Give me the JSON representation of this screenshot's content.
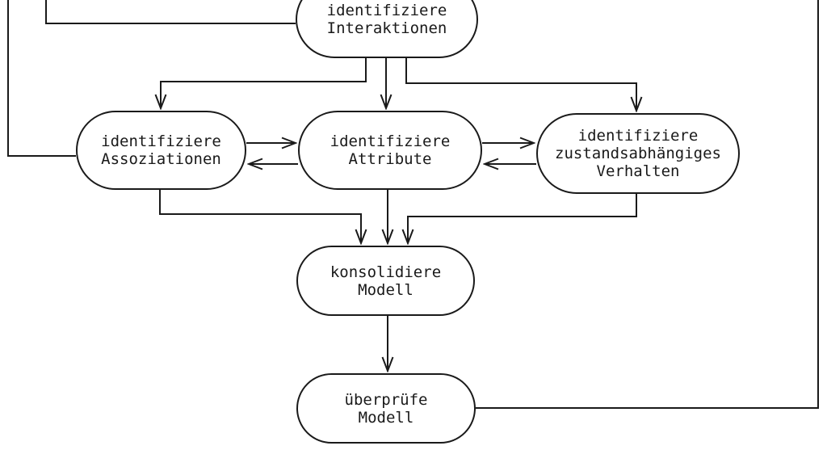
{
  "diagram": {
    "type": "flowchart",
    "language": "de",
    "background_color": "#ffffff",
    "line_color": "#1a1a1a",
    "text_color": "#1a1a1a",
    "nodes": [
      {
        "id": "identifiziere-interaktionen",
        "label": "identifiziere\nInteraktionen"
      },
      {
        "id": "identifiziere-assoziationen",
        "label": "identifiziere\nAssoziationen"
      },
      {
        "id": "identifiziere-attribute",
        "label": "identifiziere\nAttribute"
      },
      {
        "id": "identifiziere-zustandsabhaengiges-verhalten",
        "label": "identifiziere\nzustandsabhängiges\nVerhalten"
      },
      {
        "id": "konsolidiere-modell",
        "label": "konsolidiere\nModell"
      },
      {
        "id": "ueberpruefe-modell",
        "label": "überprüfe\nModell"
      }
    ],
    "edges": [
      {
        "from": "offscreen-top",
        "to": "identifiziere-assoziationen",
        "arrowhead": false,
        "side": "left"
      },
      {
        "from": "offscreen-top",
        "to": "identifiziere-interaktionen",
        "arrowhead": false,
        "side": "left"
      },
      {
        "from": "identifiziere-interaktionen",
        "to": "identifiziere-assoziationen",
        "arrowhead": true
      },
      {
        "from": "identifiziere-interaktionen",
        "to": "identifiziere-attribute",
        "arrowhead": true
      },
      {
        "from": "identifiziere-interaktionen",
        "to": "identifiziere-zustandsabhaengiges-verhalten",
        "arrowhead": true
      },
      {
        "from": "identifiziere-assoziationen",
        "to": "identifiziere-attribute",
        "arrowhead": true
      },
      {
        "from": "identifiziere-attribute",
        "to": "identifiziere-assoziationen",
        "arrowhead": true
      },
      {
        "from": "identifiziere-attribute",
        "to": "identifiziere-zustandsabhaengiges-verhalten",
        "arrowhead": true
      },
      {
        "from": "identifiziere-zustandsabhaengiges-verhalten",
        "to": "identifiziere-attribute",
        "arrowhead": true
      },
      {
        "from": "identifiziere-assoziationen",
        "to": "konsolidiere-modell",
        "arrowhead": true
      },
      {
        "from": "identifiziere-attribute",
        "to": "konsolidiere-modell",
        "arrowhead": true
      },
      {
        "from": "identifiziere-zustandsabhaengiges-verhalten",
        "to": "konsolidiere-modell",
        "arrowhead": true
      },
      {
        "from": "konsolidiere-modell",
        "to": "ueberpruefe-modell",
        "arrowhead": true
      },
      {
        "from": "ueberpruefe-modell",
        "to": "offscreen-top",
        "arrowhead": false,
        "side": "right"
      }
    ]
  }
}
